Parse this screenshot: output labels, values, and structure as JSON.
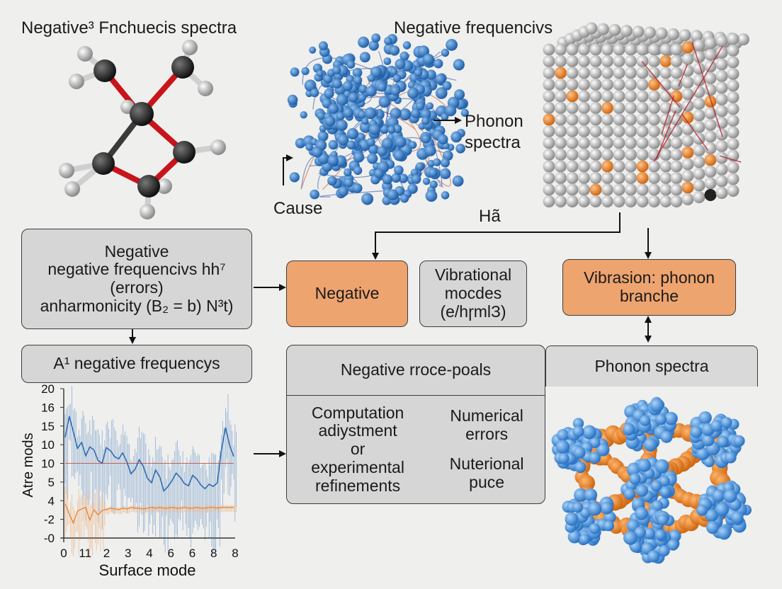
{
  "titles": {
    "top_left": "Negative³ Fnchuecis spectra",
    "top_center": "Negative frequencivs"
  },
  "labels": {
    "phonon_spectra": [
      "Phonon",
      "spectra"
    ],
    "cause": "Cause",
    "ha": "Hã"
  },
  "boxes": {
    "negative_left": [
      "Negative",
      "negative frequencivs hh⁷",
      "(errors)",
      "anharmonicity (B₂ = b) N³t)"
    ],
    "negative_center": "Negative",
    "vibrational_modes": [
      "Vibrational",
      "mocdes",
      "(e/hɼmlЗ)"
    ],
    "vibrasion": [
      "Vibrasion: phonon",
      "branche"
    ],
    "a_negative": "A¹ negative frequencys",
    "negative_proce_tab": "Negative rroce-poals",
    "computation": [
      "Computation",
      "adiystment",
      "or",
      "experimental",
      "refinements"
    ],
    "numerical": [
      "Numerical",
      "errors"
    ],
    "nuterional": [
      "Nuterional",
      "puce"
    ],
    "phonon_spectra_tab": "Phonon spectra"
  },
  "colors": {
    "background": "#efefee",
    "orange_box": "#eea46f",
    "gray_box": "#d6d6d6",
    "blue_atom": "#3b7fc6",
    "orange_atom": "#e8822a",
    "line_blue": "#2e6db3",
    "line_orange": "#e8883a"
  },
  "chart_data": {
    "type": "line",
    "xlabel": "Surface mode",
    "ylabel": "Atre mods",
    "x_tick_labels": [
      "0",
      "11",
      "2",
      "3",
      "4",
      "6",
      "6",
      "8",
      "8"
    ],
    "y_tick_labels": [
      "20",
      "16",
      "15",
      "10",
      "10",
      "5",
      "4",
      "-2",
      "-0"
    ],
    "ylim": [
      0,
      20
    ],
    "grid": false,
    "series": [
      {
        "values": [
          13.5,
          16.3,
          14.2,
          12.0,
          12.8,
          11.0,
          12.2,
          11.8,
          10.4,
          10.0,
          12.1,
          11.7,
          10.9,
          10.6,
          11.4,
          10.2,
          8.6,
          9.2,
          10.5,
          9.6,
          8.0,
          7.4,
          9.1,
          8.2,
          6.3,
          6.9,
          7.7,
          8.7,
          8.1,
          7.3,
          7.0,
          8.4,
          7.9,
          7.1,
          6.6,
          7.2,
          6.9,
          7.4,
          11.8,
          14.8,
          12.4,
          10.9
        ]
      },
      {
        "values": [
          4.6,
          3.2,
          2.0,
          3.6,
          3.9,
          4.1,
          2.4,
          3.8,
          3.1,
          3.7,
          3.8,
          4.0,
          3.9,
          3.8,
          4.0,
          3.9,
          4.1,
          4.0,
          4.0,
          3.9,
          4.0,
          4.1,
          4.0,
          4.1,
          4.0,
          4.0,
          4.1,
          4.0,
          4.0,
          4.1,
          4.0,
          4.0,
          4.1,
          4.0,
          4.0,
          4.1,
          4.1,
          4.0,
          4.1,
          4.1,
          4.1,
          4.1
        ]
      },
      {
        "values": [
          10.0,
          10.0,
          10.0,
          10.0,
          10.0,
          10.0,
          10.0,
          10.0,
          10.0,
          10.0,
          10.0,
          10.0,
          10.0,
          10.0,
          10.0,
          10.0,
          10.0,
          10.0,
          10.0,
          10.0,
          10.0,
          10.0,
          10.0,
          10.0,
          10.0,
          10.0,
          10.0,
          10.0,
          10.0,
          10.0,
          10.0,
          10.0,
          10.0,
          10.0,
          10.0,
          10.0,
          10.0,
          10.0,
          10.0,
          10.0,
          10.0,
          10.0
        ]
      }
    ]
  }
}
